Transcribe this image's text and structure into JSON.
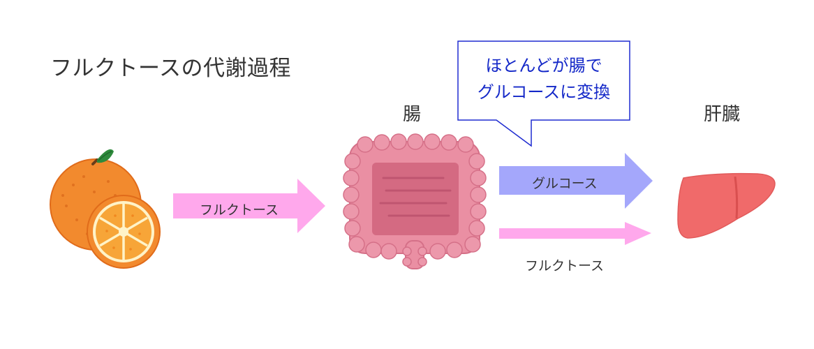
{
  "title": "フルクトースの代謝過程",
  "organs": {
    "intestine_label": "腸",
    "liver_label": "肝臓"
  },
  "arrows": {
    "fructose_to_intestine": "フルクトース",
    "glucose_to_liver": "グルコース",
    "fructose_to_liver": "フルクトース"
  },
  "callout": {
    "line1": "ほとんどが腸で",
    "line2": "グルコースに変換"
  },
  "colors": {
    "fructose_arrow": "#ffa8ec",
    "glucose_arrow": "#a4a7fb",
    "callout_text": "#1428c8",
    "callout_border": "#1e2bd0",
    "liver": "#f06a6a",
    "intestine": "#e98ba0",
    "orange": "#f28a2e"
  },
  "icons": [
    "orange-illustration",
    "intestine-illustration",
    "liver-illustration"
  ]
}
